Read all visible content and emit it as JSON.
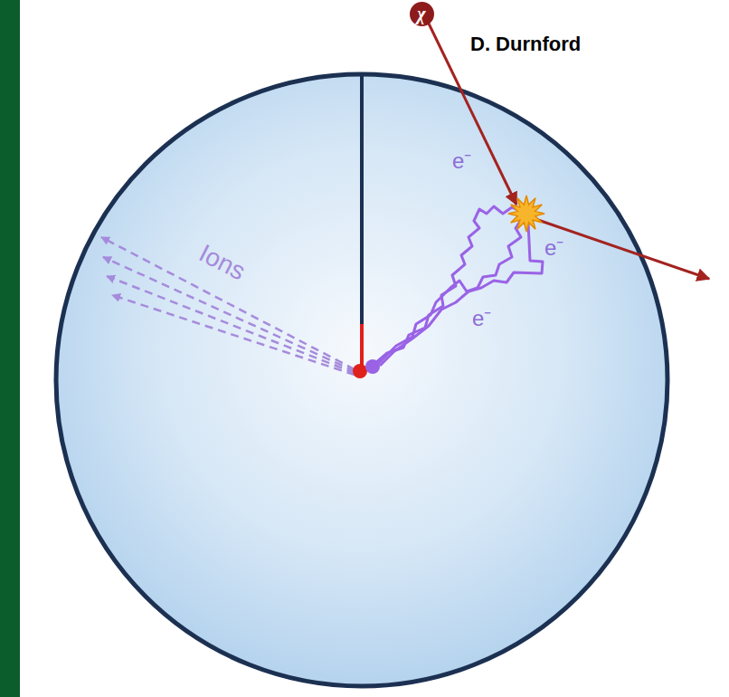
{
  "diagram": {
    "nodes": [
      {
        "text": [
          "χ"
        ]
      }
    ],
    "labels": [
      "D. Durnford",
      "Ions",
      "e⁻",
      "e⁻",
      "e⁻"
    ]
  }
}
